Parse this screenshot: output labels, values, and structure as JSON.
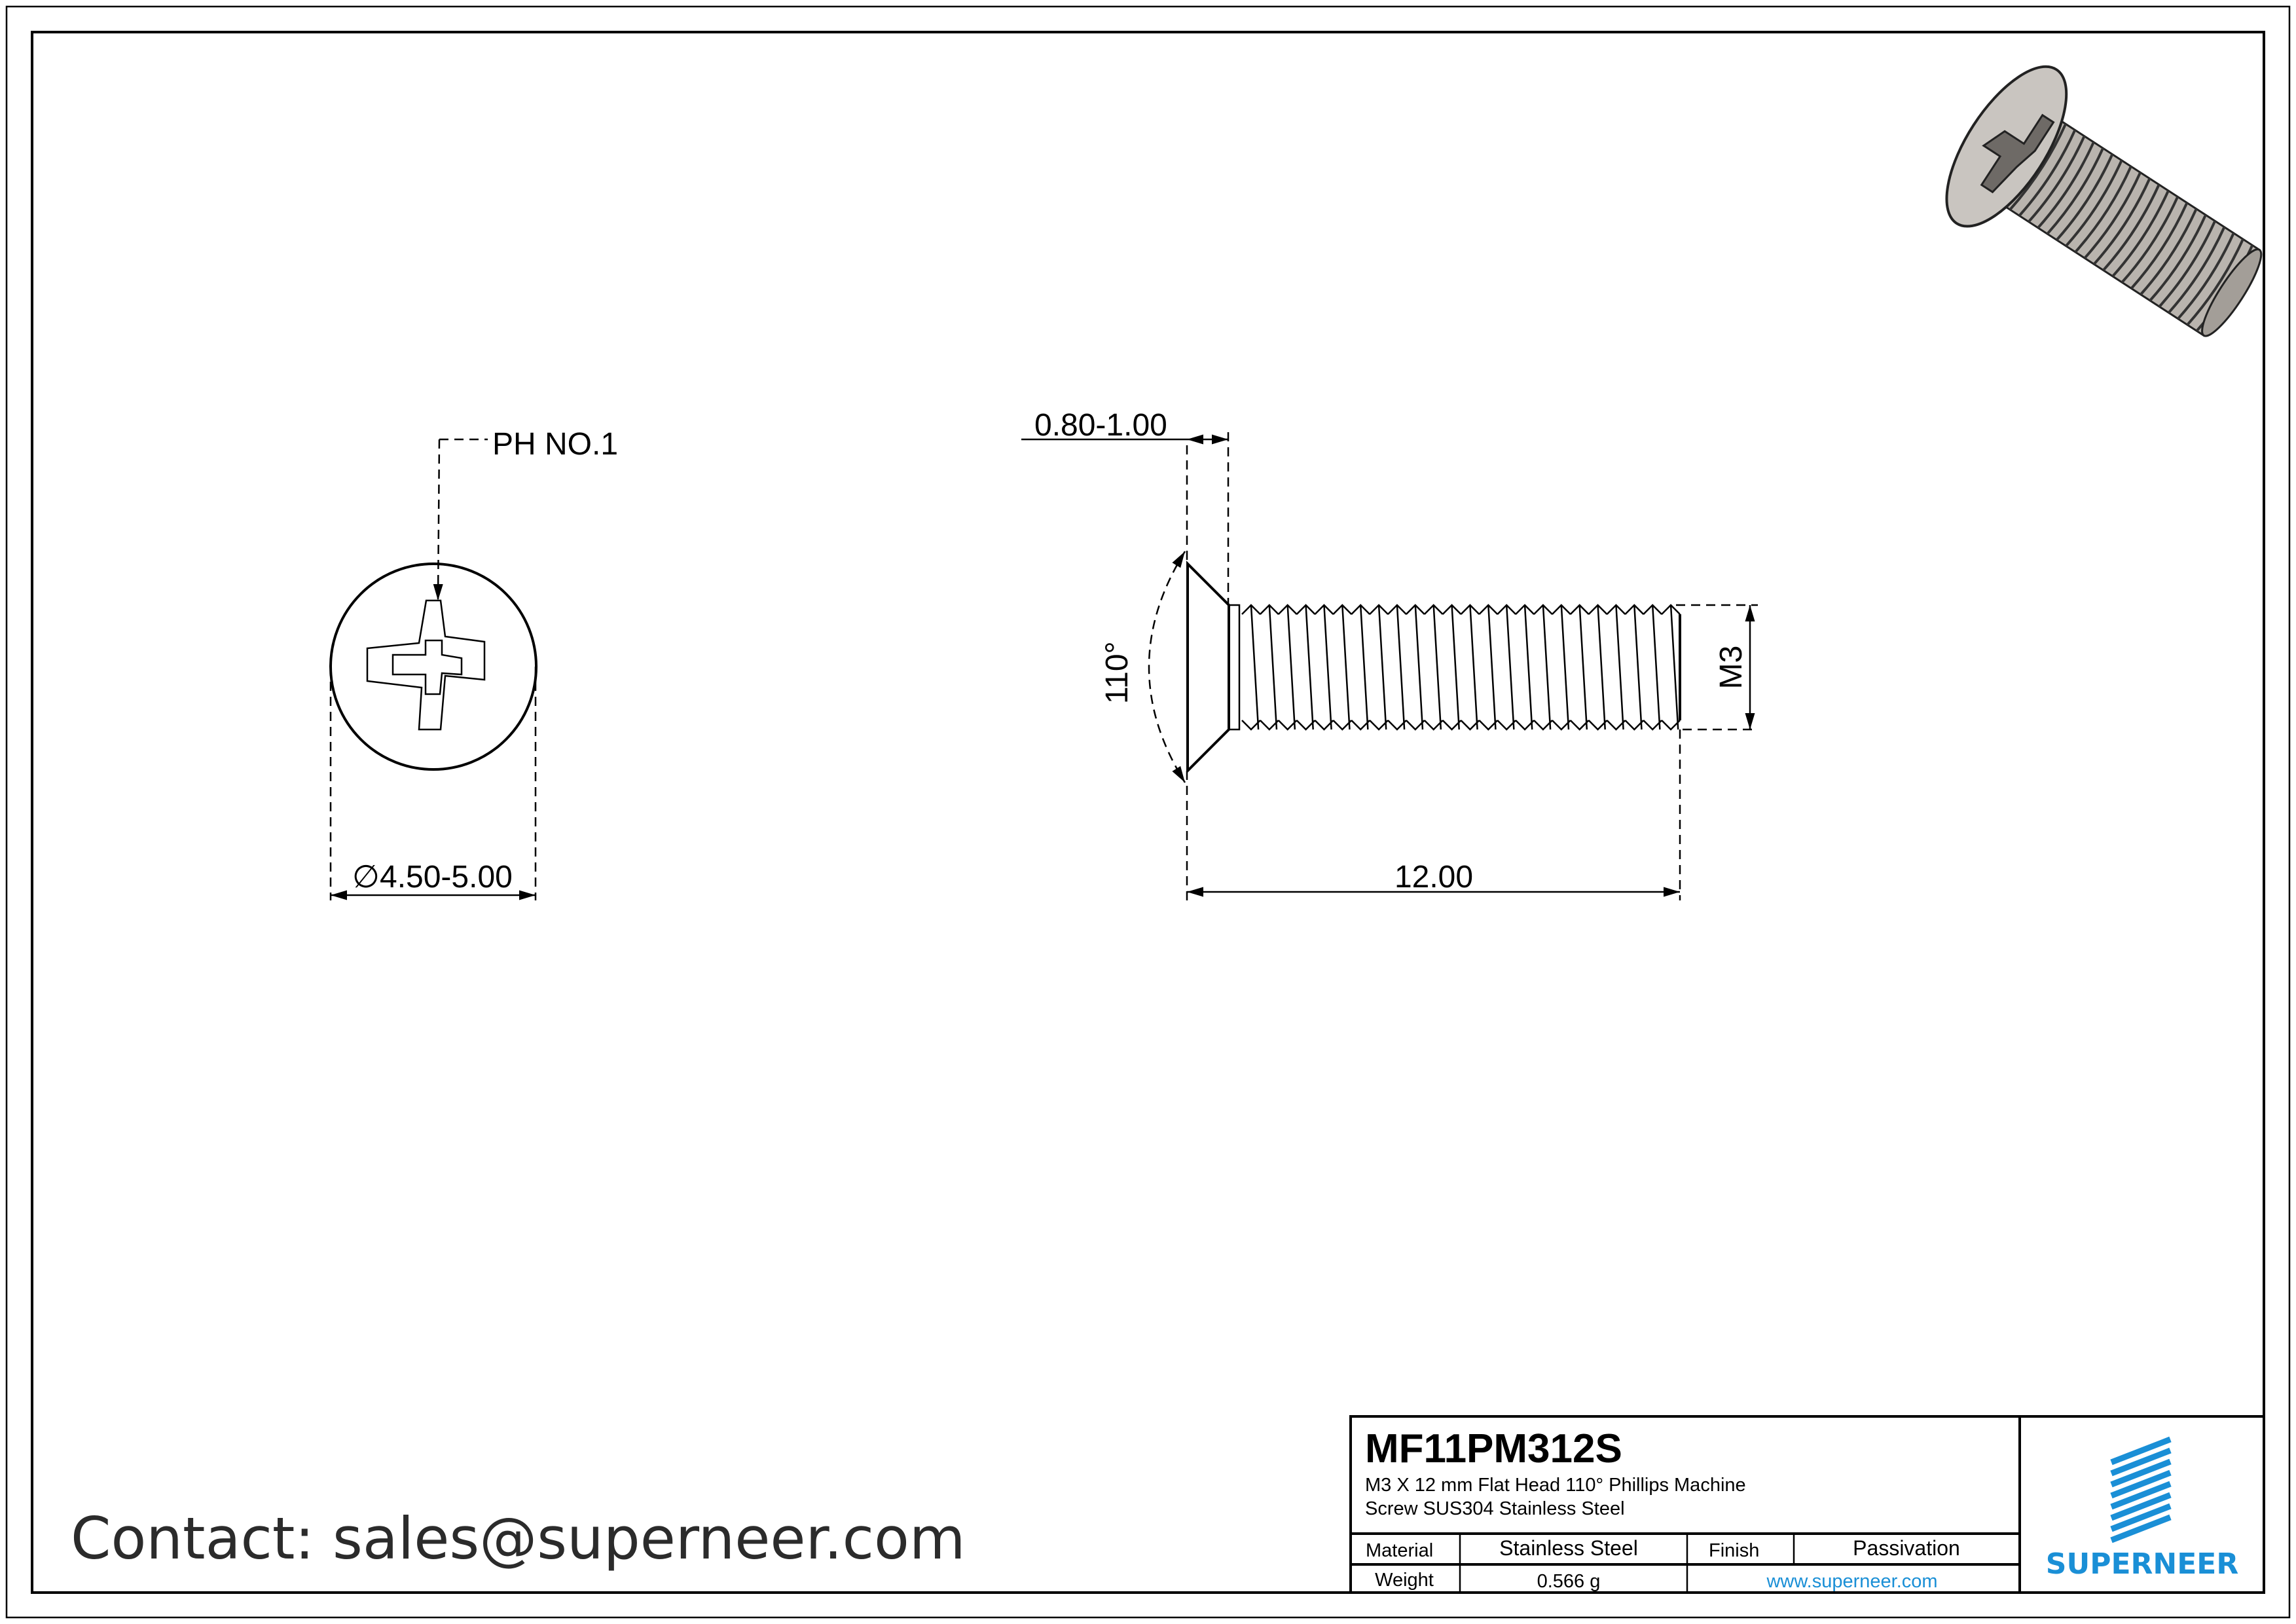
{
  "drawing": {
    "front_view": {
      "callout": "PH NO.1",
      "diameter_label": "4.50-5.00",
      "diameter_symbol": "∅"
    },
    "side_view": {
      "head_height": "0.80-1.00",
      "head_angle": "110°",
      "thread": "M3",
      "length": "12.00"
    }
  },
  "title_block": {
    "part_number": "MF11PM312S",
    "description_line1": "M3 X 12 mm  Flat Head 110° Phillips Machine",
    "description_line2": "Screw SUS304 Stainless Steel",
    "material_label": "Material",
    "material_value": "Stainless Steel",
    "finish_label": "Finish",
    "finish_value": "Passivation",
    "weight_label": "Weight",
    "weight_value": "0.566 g",
    "website": "www.superneer.com",
    "logo_text": "SUPERNEER"
  },
  "contact": "Contact: sales@superneer.com",
  "colors": {
    "brand": "#1a8fd6",
    "line": "#000000"
  }
}
